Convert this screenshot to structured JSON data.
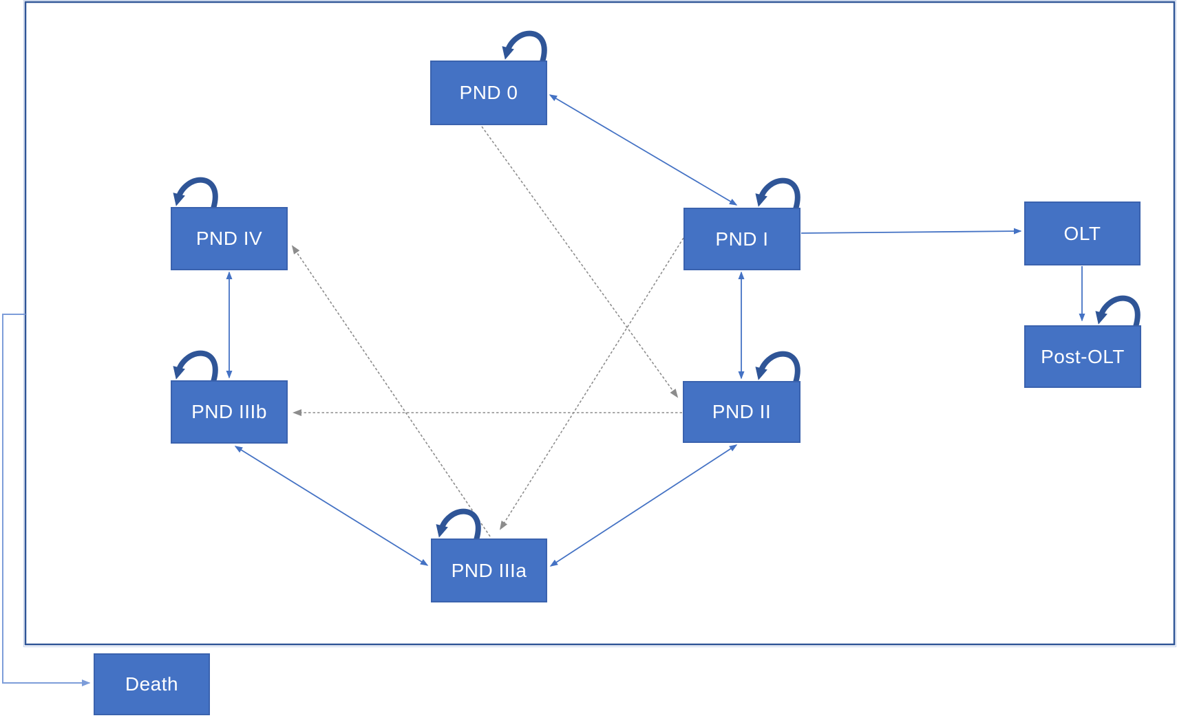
{
  "diagram": {
    "description": "State transition diagram of PND stages with OLT, Post-OLT and Death",
    "nodes": [
      {
        "id": "pnd0",
        "label": "PND 0",
        "self_loop": true
      },
      {
        "id": "pnd1",
        "label": "PND I",
        "self_loop": true
      },
      {
        "id": "pnd2",
        "label": "PND II",
        "self_loop": true
      },
      {
        "id": "pnd3a",
        "label": "PND IIIa",
        "self_loop": true
      },
      {
        "id": "pnd3b",
        "label": "PND IIIb",
        "self_loop": true
      },
      {
        "id": "pnd4",
        "label": "PND IV",
        "self_loop": true
      },
      {
        "id": "olt",
        "label": "OLT",
        "self_loop": false
      },
      {
        "id": "postolt",
        "label": "Post-OLT",
        "self_loop": true
      },
      {
        "id": "death",
        "label": "Death",
        "self_loop": false
      }
    ],
    "edges": [
      {
        "from": "pnd0",
        "to": "pnd1",
        "style": "solid",
        "direction": "bidirectional"
      },
      {
        "from": "pnd1",
        "to": "olt",
        "style": "solid",
        "direction": "one-way"
      },
      {
        "from": "olt",
        "to": "postolt",
        "style": "solid",
        "direction": "one-way"
      },
      {
        "from": "pnd1",
        "to": "pnd2",
        "style": "solid",
        "direction": "bidirectional"
      },
      {
        "from": "pnd4",
        "to": "pnd3b",
        "style": "solid",
        "direction": "bidirectional"
      },
      {
        "from": "pnd3b",
        "to": "pnd3a",
        "style": "solid",
        "direction": "bidirectional"
      },
      {
        "from": "pnd2",
        "to": "pnd3a",
        "style": "solid",
        "direction": "bidirectional"
      },
      {
        "from": "frame",
        "to": "death",
        "style": "solid",
        "direction": "one-way"
      },
      {
        "from": "pnd0",
        "to": "pnd2",
        "style": "dashed",
        "direction": "one-way"
      },
      {
        "from": "pnd1",
        "to": "pnd3a",
        "style": "dashed",
        "direction": "one-way"
      },
      {
        "from": "pnd3a",
        "to": "pnd4",
        "style": "dashed",
        "direction": "one-way"
      },
      {
        "from": "pnd2",
        "to": "pnd3b",
        "style": "dashed",
        "direction": "one-way"
      }
    ],
    "colors": {
      "node_fill": "#4472C4",
      "node_border": "#3A62AE",
      "node_text": "#FFFFFF",
      "solid_edge": "#4472C4",
      "death_edge": "#7C9CD9",
      "dashed_edge": "#8C8C8C",
      "self_loop": "#2F5597",
      "frame_border": "#2F5597",
      "background": "#FFFFFF"
    }
  }
}
